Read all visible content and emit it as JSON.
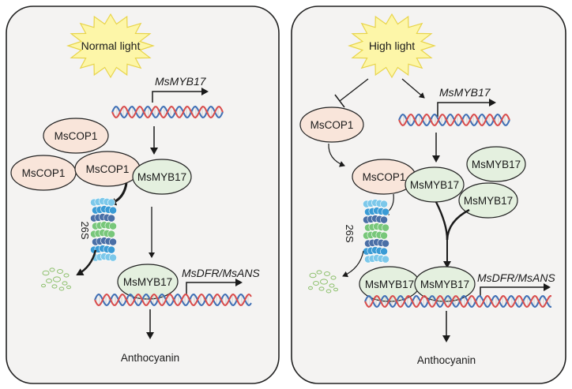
{
  "colors": {
    "panel_border": "#222222",
    "panel_fill": "#f4f3f2",
    "sun_fill": "#fdf6a8",
    "sun_stroke": "#e8d44a",
    "cop1_fill": "#f9e5da",
    "myb_fill": "#e4f0df",
    "dna_red": "#d94c4c",
    "dna_blue": "#3f6fb5",
    "proteasome_light": "#7cc8ea",
    "proteasome_mid": "#3a9bd5",
    "proteasome_green": "#78c77a",
    "proteasome_dark": "#4a6fa6",
    "debris": "#8bbf6a"
  },
  "left_panel": {
    "light_label": "Normal light",
    "gene_label": "MsMYB17",
    "cop1_labels": [
      "MsCOP1",
      "MsCOP1",
      "MsCOP1"
    ],
    "myb_labels": [
      "MsMYB17",
      "MsMYB17"
    ],
    "proteasome_label": "26S",
    "target_gene_label": "MsDFR/MsANS",
    "product_label": "Anthocyanin"
  },
  "right_panel": {
    "light_label": "High light",
    "gene_label": "MsMYB17",
    "cop1_labels": [
      "MsCOP1",
      "MsCOP1"
    ],
    "myb_labels": [
      "MsMYB17",
      "MsMYB17",
      "MsMYB17",
      "MsMYB17",
      "MsMYB17"
    ],
    "proteasome_label": "26S",
    "target_gene_label": "MsDFR/MsANS",
    "product_label": "Anthocyanin"
  }
}
